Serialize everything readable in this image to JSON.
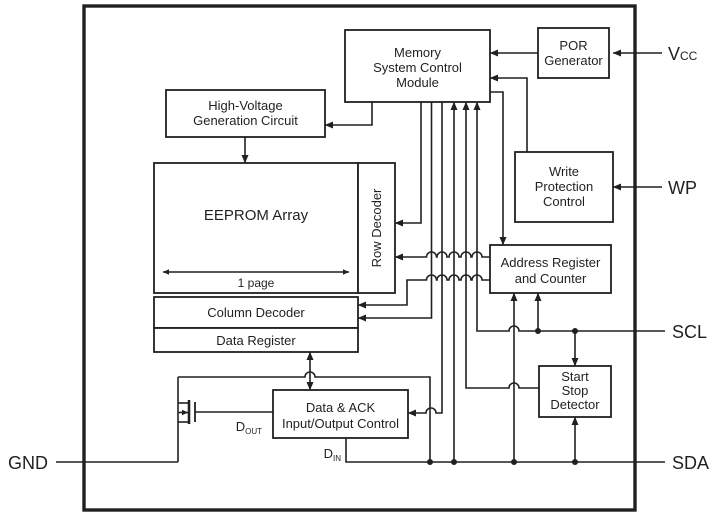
{
  "colors": {
    "line": "#231f20",
    "background": "#ffffff"
  },
  "blocks": {
    "mscm": {
      "lines": [
        "Memory",
        "System Control",
        "Module"
      ]
    },
    "por": {
      "lines": [
        "POR",
        "Generator"
      ]
    },
    "hv": {
      "lines": [
        "High-Voltage",
        "Generation Circuit"
      ]
    },
    "wpc": {
      "lines": [
        "Write",
        "Protection",
        "Control"
      ]
    },
    "eeprom": {
      "label": "EEPROM Array",
      "page_note": "1 page"
    },
    "row_decoder": {
      "label": "Row Decoder"
    },
    "col_decoder": {
      "label": "Column Decoder"
    },
    "data_register": {
      "label": "Data Register"
    },
    "addr_reg": {
      "lines": [
        "Address Register",
        "and Counter"
      ]
    },
    "start_stop": {
      "lines": [
        "Start",
        "Stop",
        "Detector"
      ]
    },
    "data_ack": {
      "lines": [
        "Data & ACK",
        "Input/Output Control"
      ]
    }
  },
  "pins": {
    "vcc": {
      "main": "V",
      "sub": "CC"
    },
    "wp": "WP",
    "scl": "SCL",
    "sda": "SDA",
    "gnd": "GND"
  },
  "signals": {
    "dout": {
      "main": "D",
      "sub": "OUT"
    },
    "din": {
      "main": "D",
      "sub": "IN"
    }
  }
}
